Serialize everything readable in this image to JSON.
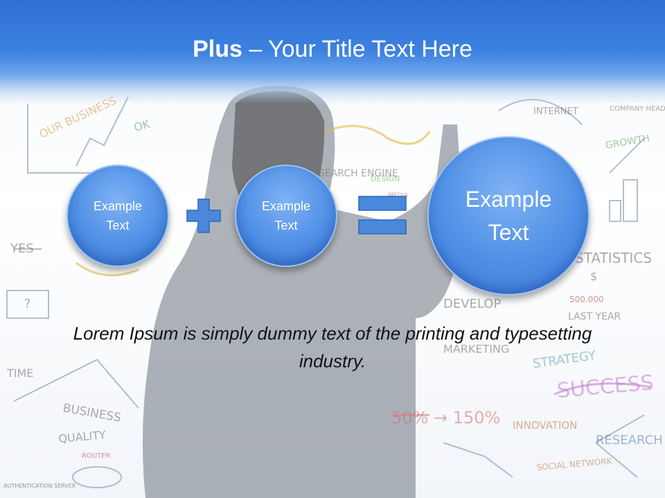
{
  "slide": {
    "title_bold": "Plus",
    "title_rest": " – Your Title Text Here",
    "circles": [
      {
        "label": "Example\nText"
      },
      {
        "label": "Example\nText"
      },
      {
        "label": "Example\nText"
      }
    ],
    "operators": {
      "plus": "plus-icon",
      "equals": "equals-icon"
    },
    "body": "Lorem Ipsum is simply dummy text of the printing and typesetting industry."
  },
  "colors": {
    "header_blue": "#2e6fd4",
    "circle_blue": "#4f8fe6",
    "operator_blue": "#4a88dc",
    "text": "#111111"
  },
  "background_words": [
    "OUR BUSINESS",
    "OK",
    "YES",
    "?",
    "TIME",
    "BUSINESS",
    "QUALITY",
    "ROUTER",
    "AUTHENTICATION SERVER",
    "SEARCH ENGINE",
    "DESIGN",
    "MEDIA",
    "INTERNET",
    "COMPANY HEADQUARTERS",
    "GROWTH",
    "STATISTICS",
    "$",
    "500.000",
    "LAST YEAR",
    "DEVELOP",
    "MARKETING",
    "STRATEGY",
    "SUCCESS",
    "50% → 150%",
    "INNOVATION",
    "RESEARCH",
    "SOCIAL NETWORK"
  ]
}
